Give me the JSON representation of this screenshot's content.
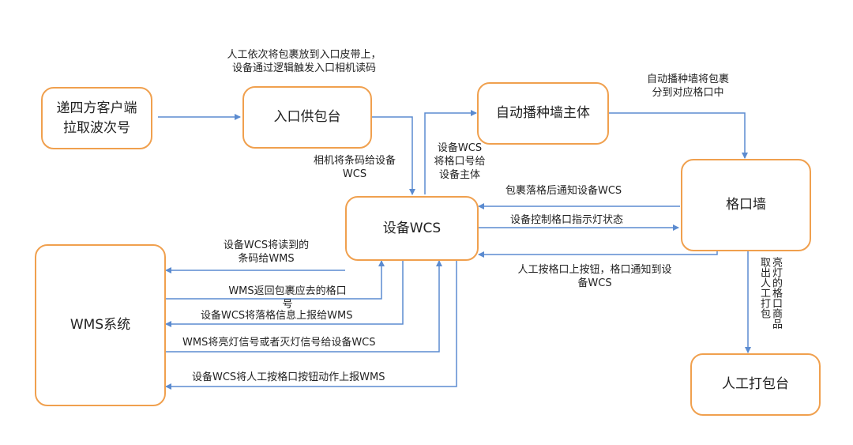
{
  "nodes": {
    "client": {
      "line1": "递四方客户端",
      "line2": "拉取波次号"
    },
    "entry": "入口供包台",
    "auto_wall": "自动播种墙主体",
    "grid_wall": "格口墙",
    "wcs": "设备WCS",
    "wms": "WMS系统",
    "packing": "人工打包台"
  },
  "edges": {
    "manual_entry": {
      "line1": "人工依次将包裹放到入口皮带上，",
      "line2": "设备通过逻辑触发入口相机读码"
    },
    "camera_barcode": {
      "line1": "相机将条码给设备",
      "line2": "WCS"
    },
    "wcs_slot": {
      "line1": "设备WCS",
      "line2": "将格口号给",
      "line3": "设备主体"
    },
    "auto_to_slot": {
      "line1": "自动播种墙将包裹",
      "line2": "分到对应格口中"
    },
    "drop_notify": "包裹落格后通知设备WCS",
    "light_control": "设备控制格口指示灯状态",
    "button_notify": {
      "line1": "人工按格口上按钮，格口通知到设",
      "line2": "备WCS"
    },
    "light_pick": {
      "line1": "亮灯的格口商品",
      "line2": "取出人工打包"
    },
    "wcs_barcode_wms": {
      "line1": "设备WCS将读到的",
      "line2": "条码给WMS"
    },
    "wms_return_slot": {
      "line1": "WMS返回包裹应去的格口",
      "line2": "号"
    },
    "wcs_report_drop": "设备WCS将落格信息上报给WMS",
    "wms_light_signal": "WMS将亮灯信号或者灭灯信号给设备WCS",
    "wcs_report_button": "设备WCS将人工按格口按钮动作上报WMS"
  }
}
